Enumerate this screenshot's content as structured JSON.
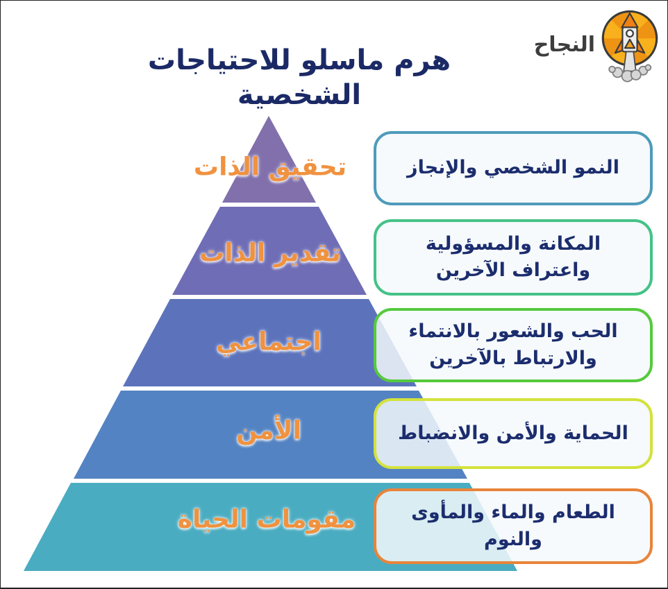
{
  "page": {
    "title": "هرم ماسلو للاحتياجات الشخصية",
    "title_color": "#1b2a66",
    "background_color": "#ffffff"
  },
  "logo": {
    "text": "النجاح",
    "text_color": "#3d3d3d",
    "icon": "rocket-in-sun-icon",
    "sun_color": "#ef9314",
    "ray_color": "#f8b11c",
    "rocket_accent_color": "#f08013",
    "smoke_color": "#d6d6d6"
  },
  "pyramid": {
    "label_color": "#f0923f",
    "description_text_color": "#1c2d6e",
    "box_background": "rgba(244,249,252,0.84)",
    "levels": [
      {
        "rank": 1,
        "label": "تحقيق الذات",
        "description": "النمو الشخصي والإنجاز",
        "color": "#8170ac",
        "box_border_color": "#4f9bba"
      },
      {
        "rank": 2,
        "label": "تقدير الذات",
        "description": "المكانة والمسؤولية\nواعتراف الآخرين",
        "color": "#6f6db5",
        "box_border_color": "#45c287"
      },
      {
        "rank": 3,
        "label": "اجتماعي",
        "description": "الحب والشعور بالانتماء\nوالارتباط بالآخرين",
        "color": "#5c73bc",
        "box_border_color": "#55ca3d"
      },
      {
        "rank": 4,
        "label": "الأمن",
        "description": "الحماية والأمن والانضباط",
        "color": "#5383c2",
        "box_border_color": "#d3e23c"
      },
      {
        "rank": 5,
        "label": "مقومات الحياة",
        "description": "الطعام والماء والمأوى والنوم",
        "color": "#4aacc1",
        "box_border_color": "#e8843b"
      }
    ]
  }
}
